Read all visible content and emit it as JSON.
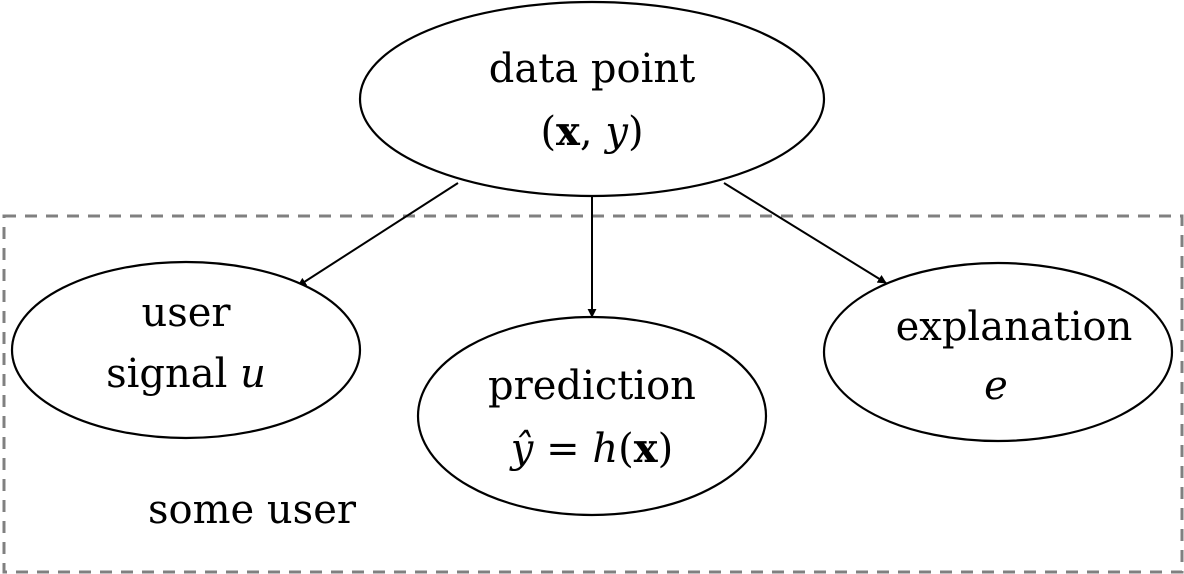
{
  "group": {
    "label": "some user"
  },
  "nodes": {
    "data_point": {
      "line1": "data point",
      "line2": {
        "open": "(",
        "x": "x",
        "comma": ", ",
        "y": "y",
        "close": ")"
      }
    },
    "user_signal": {
      "line1": "user",
      "line2_prefix": "signal ",
      "line2_var": "u"
    },
    "prediction": {
      "line1": "prediction",
      "line2": {
        "yhat": "ŷ",
        "eq": " = ",
        "h": "h",
        "open": "(",
        "x": "x",
        "close": ")"
      }
    },
    "explanation": {
      "line1": "explanation",
      "line2_var": "e"
    }
  },
  "edges": [
    {
      "from": "data point",
      "to": "user signal"
    },
    {
      "from": "data point",
      "to": "prediction"
    },
    {
      "from": "data point",
      "to": "explanation"
    }
  ],
  "colors": {
    "stroke": "#000000",
    "group_border": "#808080",
    "background": "#ffffff"
  }
}
